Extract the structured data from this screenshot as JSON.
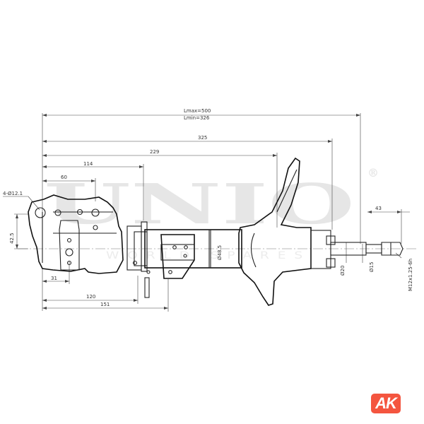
{
  "watermark": {
    "brand": "UNIO",
    "registered": "®",
    "tagline": "WORLD SPARES"
  },
  "dimensions": {
    "lmax": "Lmax=500",
    "lmin": "Lmin=326",
    "d325": "325",
    "d229": "229",
    "d114": "114",
    "d60": "60",
    "d43": "43",
    "holes": "4-Ø12.1",
    "d425": "42.5",
    "d31": "31",
    "d120": "120",
    "d151": "151",
    "dia485": "Ø48.5",
    "dia20": "Ø20",
    "dia15": "Ø15",
    "thread": "M12x1.25-6h"
  },
  "logo": {
    "text": "AK",
    "color": "#f4553f"
  }
}
